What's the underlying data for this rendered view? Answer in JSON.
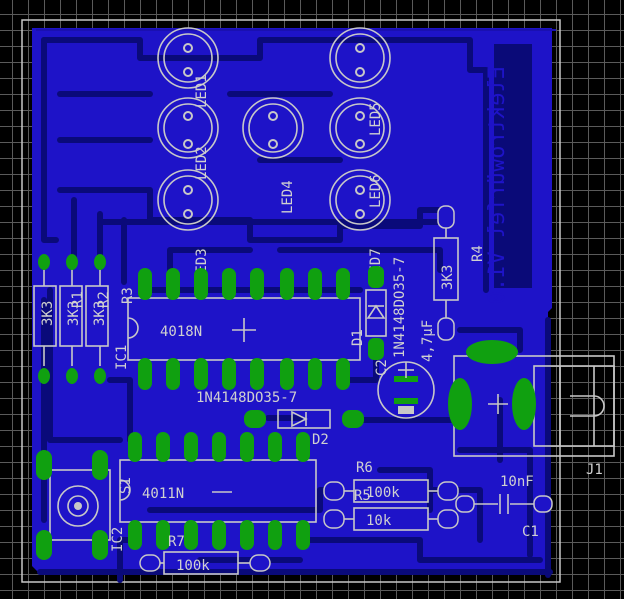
{
  "board": {
    "title_text": "Elektrowürfel V1.0",
    "colors": {
      "background": "#000000",
      "grid": "#5a5a5a",
      "copper": "#1e13c8",
      "trace": "#0a0a78",
      "pad": "#10a010",
      "silkscreen": "#c8c8c8"
    }
  },
  "labels": {
    "led1": "LED1",
    "led2": "LED2",
    "led3": "LED3",
    "led4": "LED4",
    "led5": "LED5",
    "led6": "LED6",
    "led7": "LED7",
    "r1": "R1",
    "r2": "R2",
    "r3": "R3",
    "r4": "R4",
    "r5": "R5",
    "r6": "R6",
    "r7": "R7",
    "r1_val": "3K3",
    "r2_val": "3K3",
    "r3_val": "3K3",
    "r4_val": "3K3",
    "r5_val": "10k",
    "r6_val": "100k",
    "r7_val": "100k",
    "ic1": "IC1",
    "ic1_part": "4018N",
    "ic2": "IC2",
    "ic2_part": "4011N",
    "d1": "D1",
    "d1_part": "1N4148DO35-7",
    "d2": "D2",
    "d2_part": "1N4148DO35-7",
    "c1": "C1",
    "c1_val": "10nF",
    "c2": "C2",
    "c2_val": "4,7µF",
    "s1": "S1",
    "j1": "J1"
  }
}
